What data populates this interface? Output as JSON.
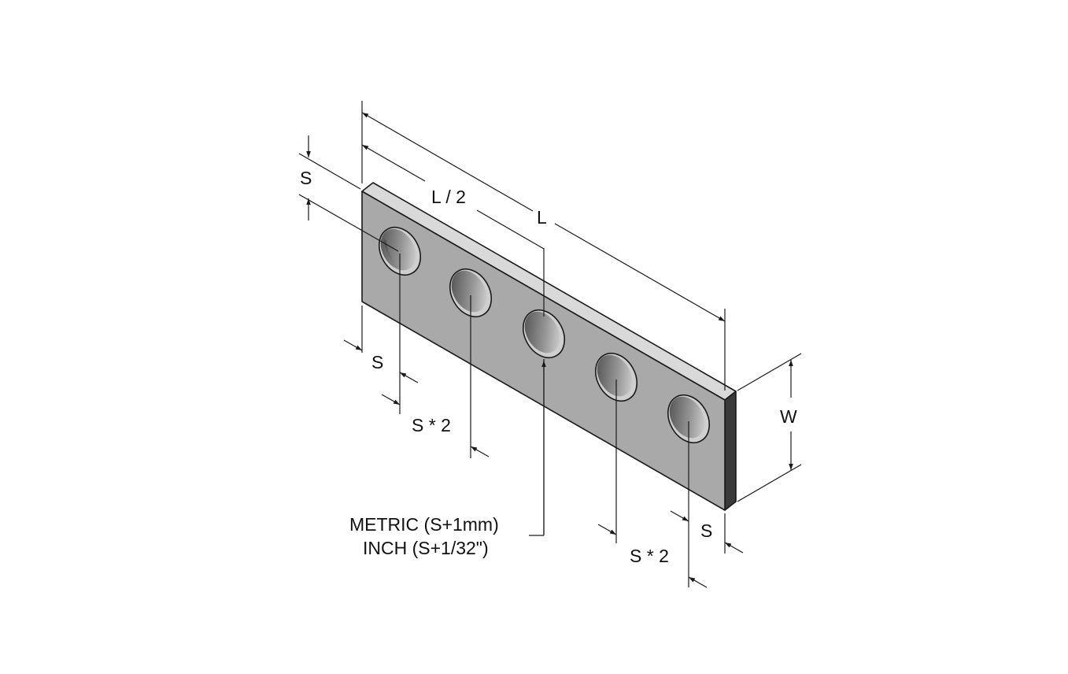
{
  "labels": {
    "s_top": "S",
    "half_length": "L / 2",
    "length": "L",
    "s_left": "S",
    "s2_left": "S * 2",
    "width": "W",
    "s_right": "S",
    "s2_right": "S * 2",
    "hole_metric": "METRIC (S+1mm)",
    "hole_inch": "INCH (S+1/32\")"
  },
  "colors": {
    "plate_face": "#a9a9a9",
    "plate_top": "#d9d9d9",
    "plate_end": "#3a3a3a",
    "hole_fill": "#cfcfcf",
    "hole_shadow": "#555555",
    "line": "#1a1a1a",
    "background": "#ffffff"
  },
  "hole_count": 5
}
